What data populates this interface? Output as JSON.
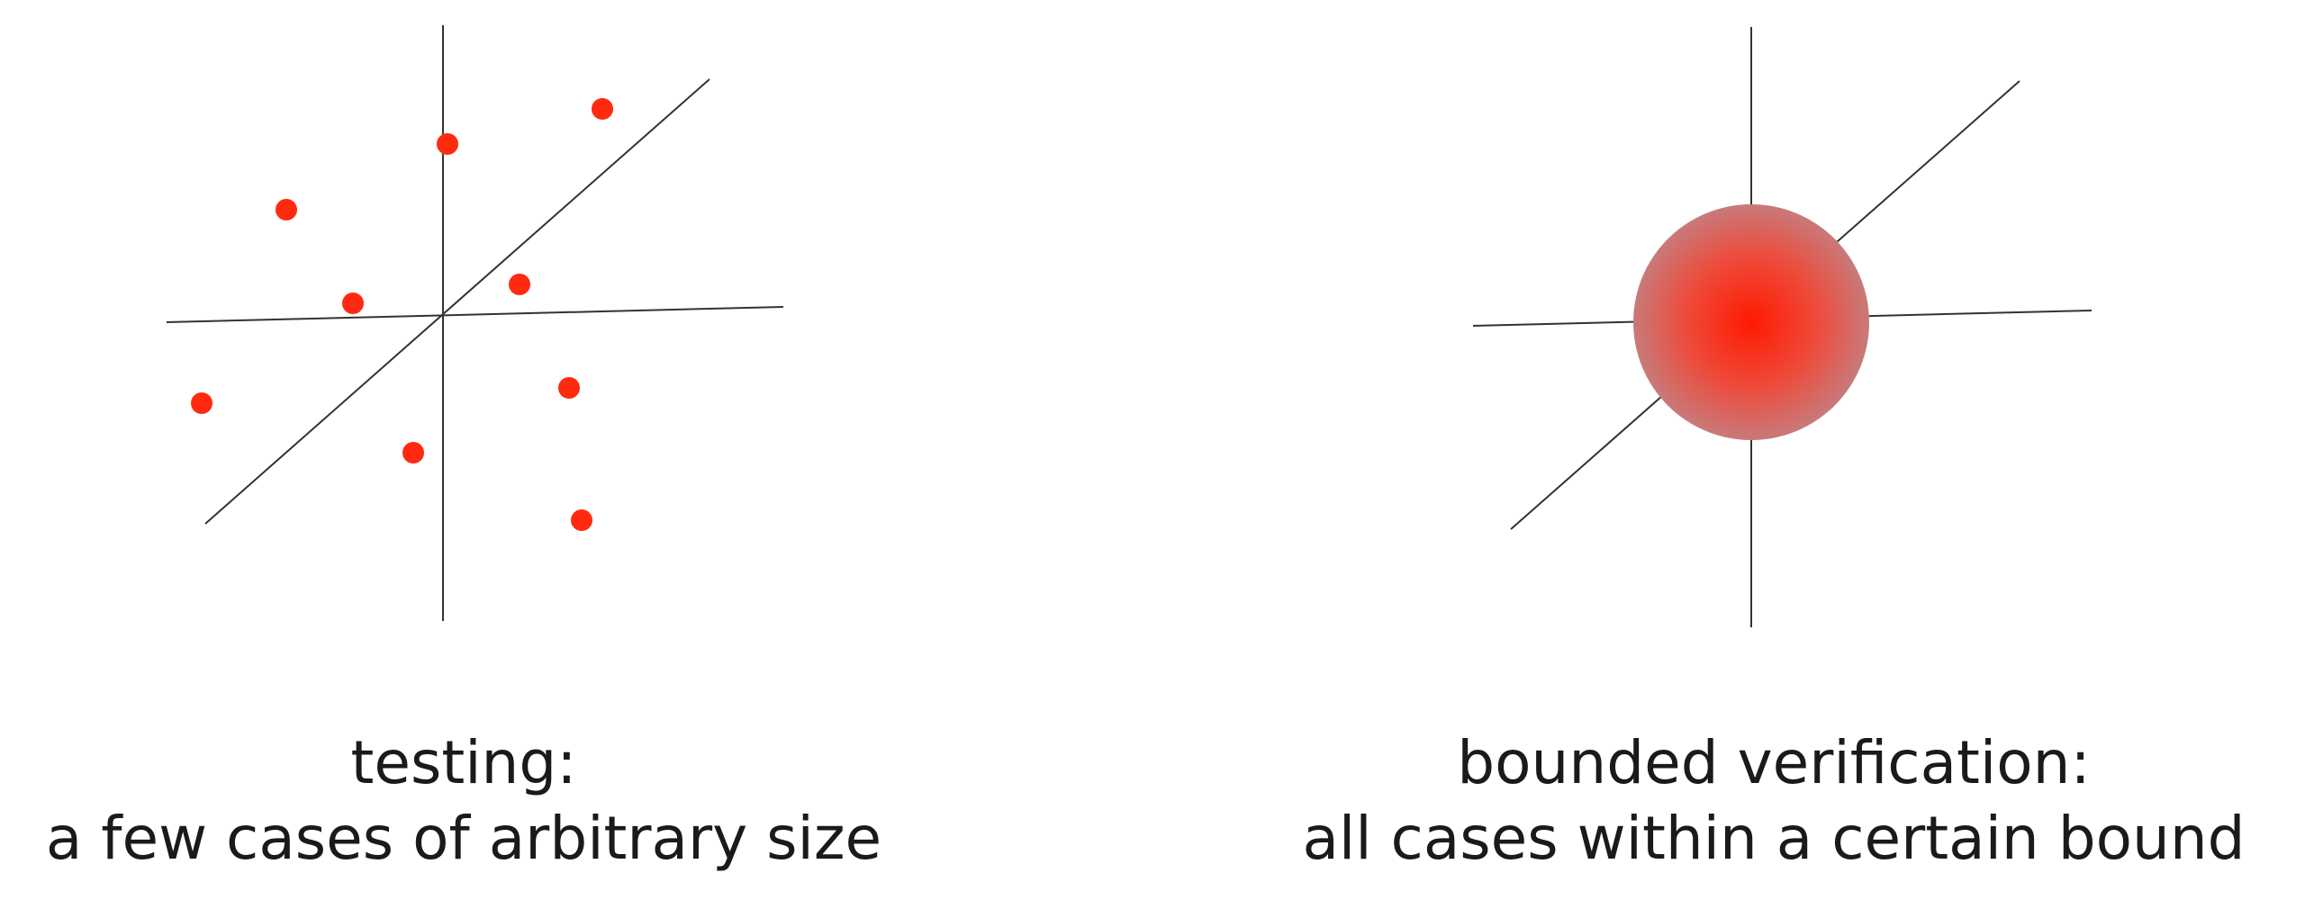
{
  "panels": [
    {
      "id": "testing",
      "caption_line1": "testing:",
      "caption_line2": "a few cases of arbitrary size",
      "point_color": "#ff2a10"
    },
    {
      "id": "bounded",
      "caption_line1": "bounded verification:",
      "caption_line2": "all cases within a certain bound",
      "ball_center_color": "#ff1a00",
      "ball_edge_color": "#c87a7a"
    }
  ],
  "axis_color": "#333333"
}
